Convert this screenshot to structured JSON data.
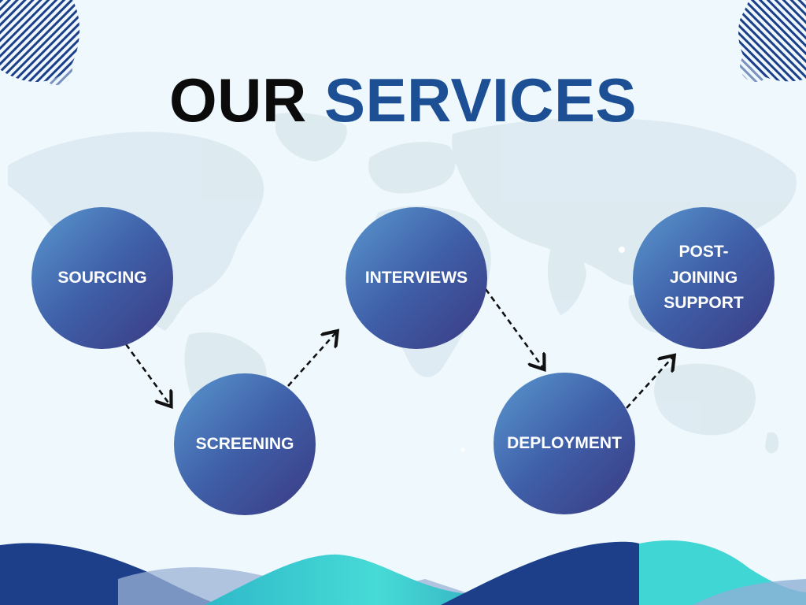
{
  "title": {
    "word1": "OUR",
    "word2": "SERVICES"
  },
  "steps": [
    {
      "label": "SOURCING"
    },
    {
      "label": "SCREENING"
    },
    {
      "label": "INTERVIEWS"
    },
    {
      "label": "DEPLOYMENT"
    },
    {
      "label_lines": [
        "POST-",
        "JOINING",
        "SUPPORT"
      ]
    }
  ],
  "colors": {
    "background": "#eef8fd",
    "title_dark": "#0b0b0b",
    "title_accent": "#1c4f94",
    "circle_start": "#5a97cf",
    "circle_end": "#3a3a82",
    "wave_navy": "#1d3f8a",
    "wave_teal": "#3fd6d4"
  }
}
